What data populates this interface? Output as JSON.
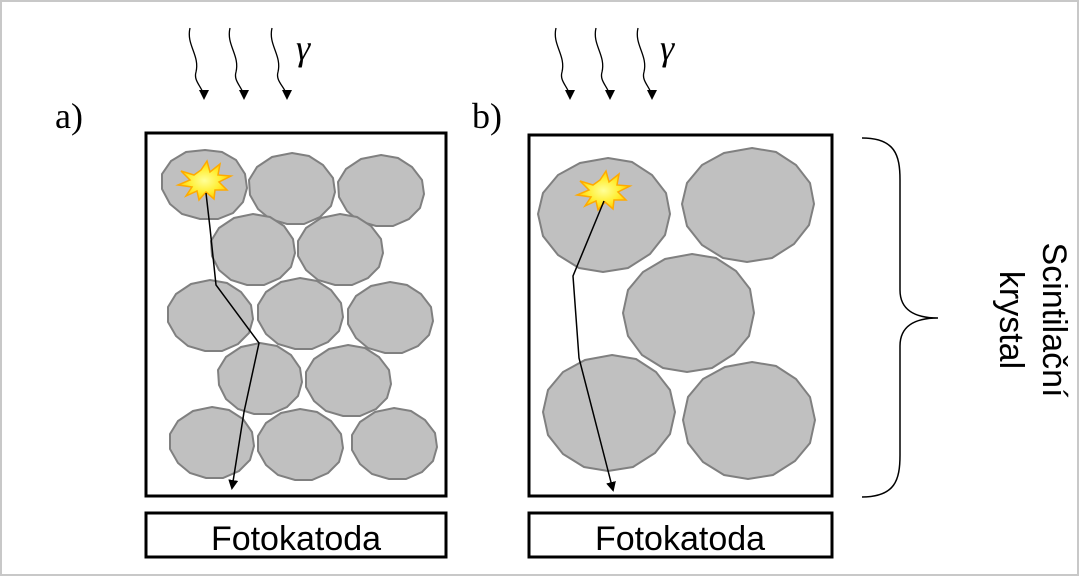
{
  "diagram": {
    "panel_a": {
      "label": "a)",
      "gamma_symbol": "γ",
      "photocathode": "Fotokatoda"
    },
    "panel_b": {
      "label": "b)",
      "gamma_symbol": "γ",
      "photocathode": "Fotokatoda"
    },
    "brace_label_line1": "Scintilační",
    "brace_label_line2": "krystal"
  },
  "colors": {
    "grain_fill": "#c0c0c0",
    "grain_stroke": "#808080",
    "box_stroke": "#000000",
    "flash_outer": "#ffd000",
    "flash_inner": "#ffff66",
    "frame": "#c8c8c8"
  }
}
